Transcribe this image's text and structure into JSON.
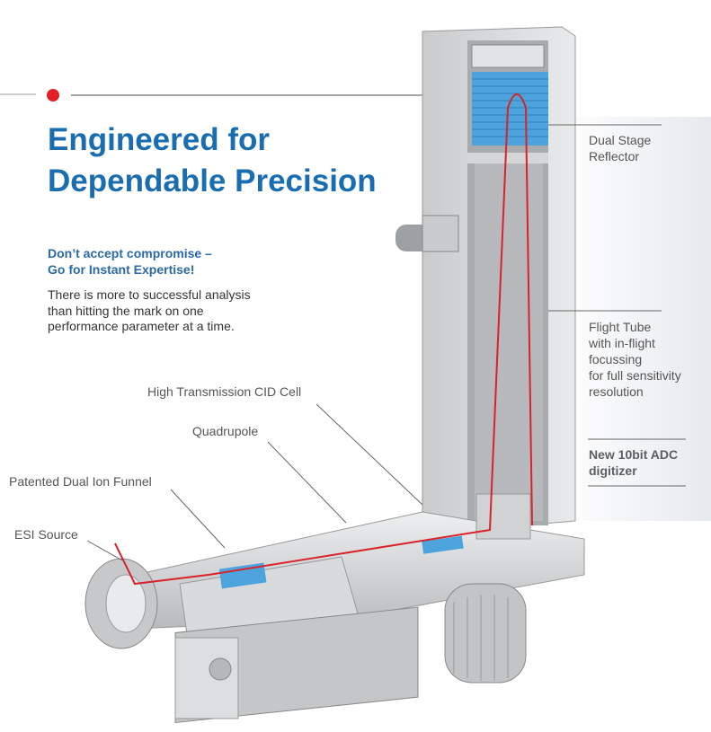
{
  "title": {
    "line1": "Engineered for",
    "line2": "Dependable Precision"
  },
  "subtitle": {
    "line1": "Don’t accept compromise –",
    "line2": "Go for Instant Expertise!"
  },
  "body": {
    "line1": "There is more to successful analysis",
    "line2": "than hitting the mark on one",
    "line3": "performance parameter at a time."
  },
  "labels": {
    "reflector": [
      "Dual Stage",
      "Reflector"
    ],
    "flight_tube": [
      "Flight Tube",
      "with in-flight",
      "focussing",
      "for full sensitivity",
      "resolution"
    ],
    "adc": [
      "New 10bit ADC",
      "digitizer"
    ],
    "cid_cell": "High Transmission CID Cell",
    "quadrupole": "Quadrupole",
    "ion_funnel": "Patented Dual Ion Funnel",
    "esi_source": "ESI Source"
  },
  "colors": {
    "accent_blue": "#1a6db0",
    "red_dot": "#e31e24",
    "ion_path": "#d9232a",
    "reflector_blue": "#4da3dc"
  }
}
